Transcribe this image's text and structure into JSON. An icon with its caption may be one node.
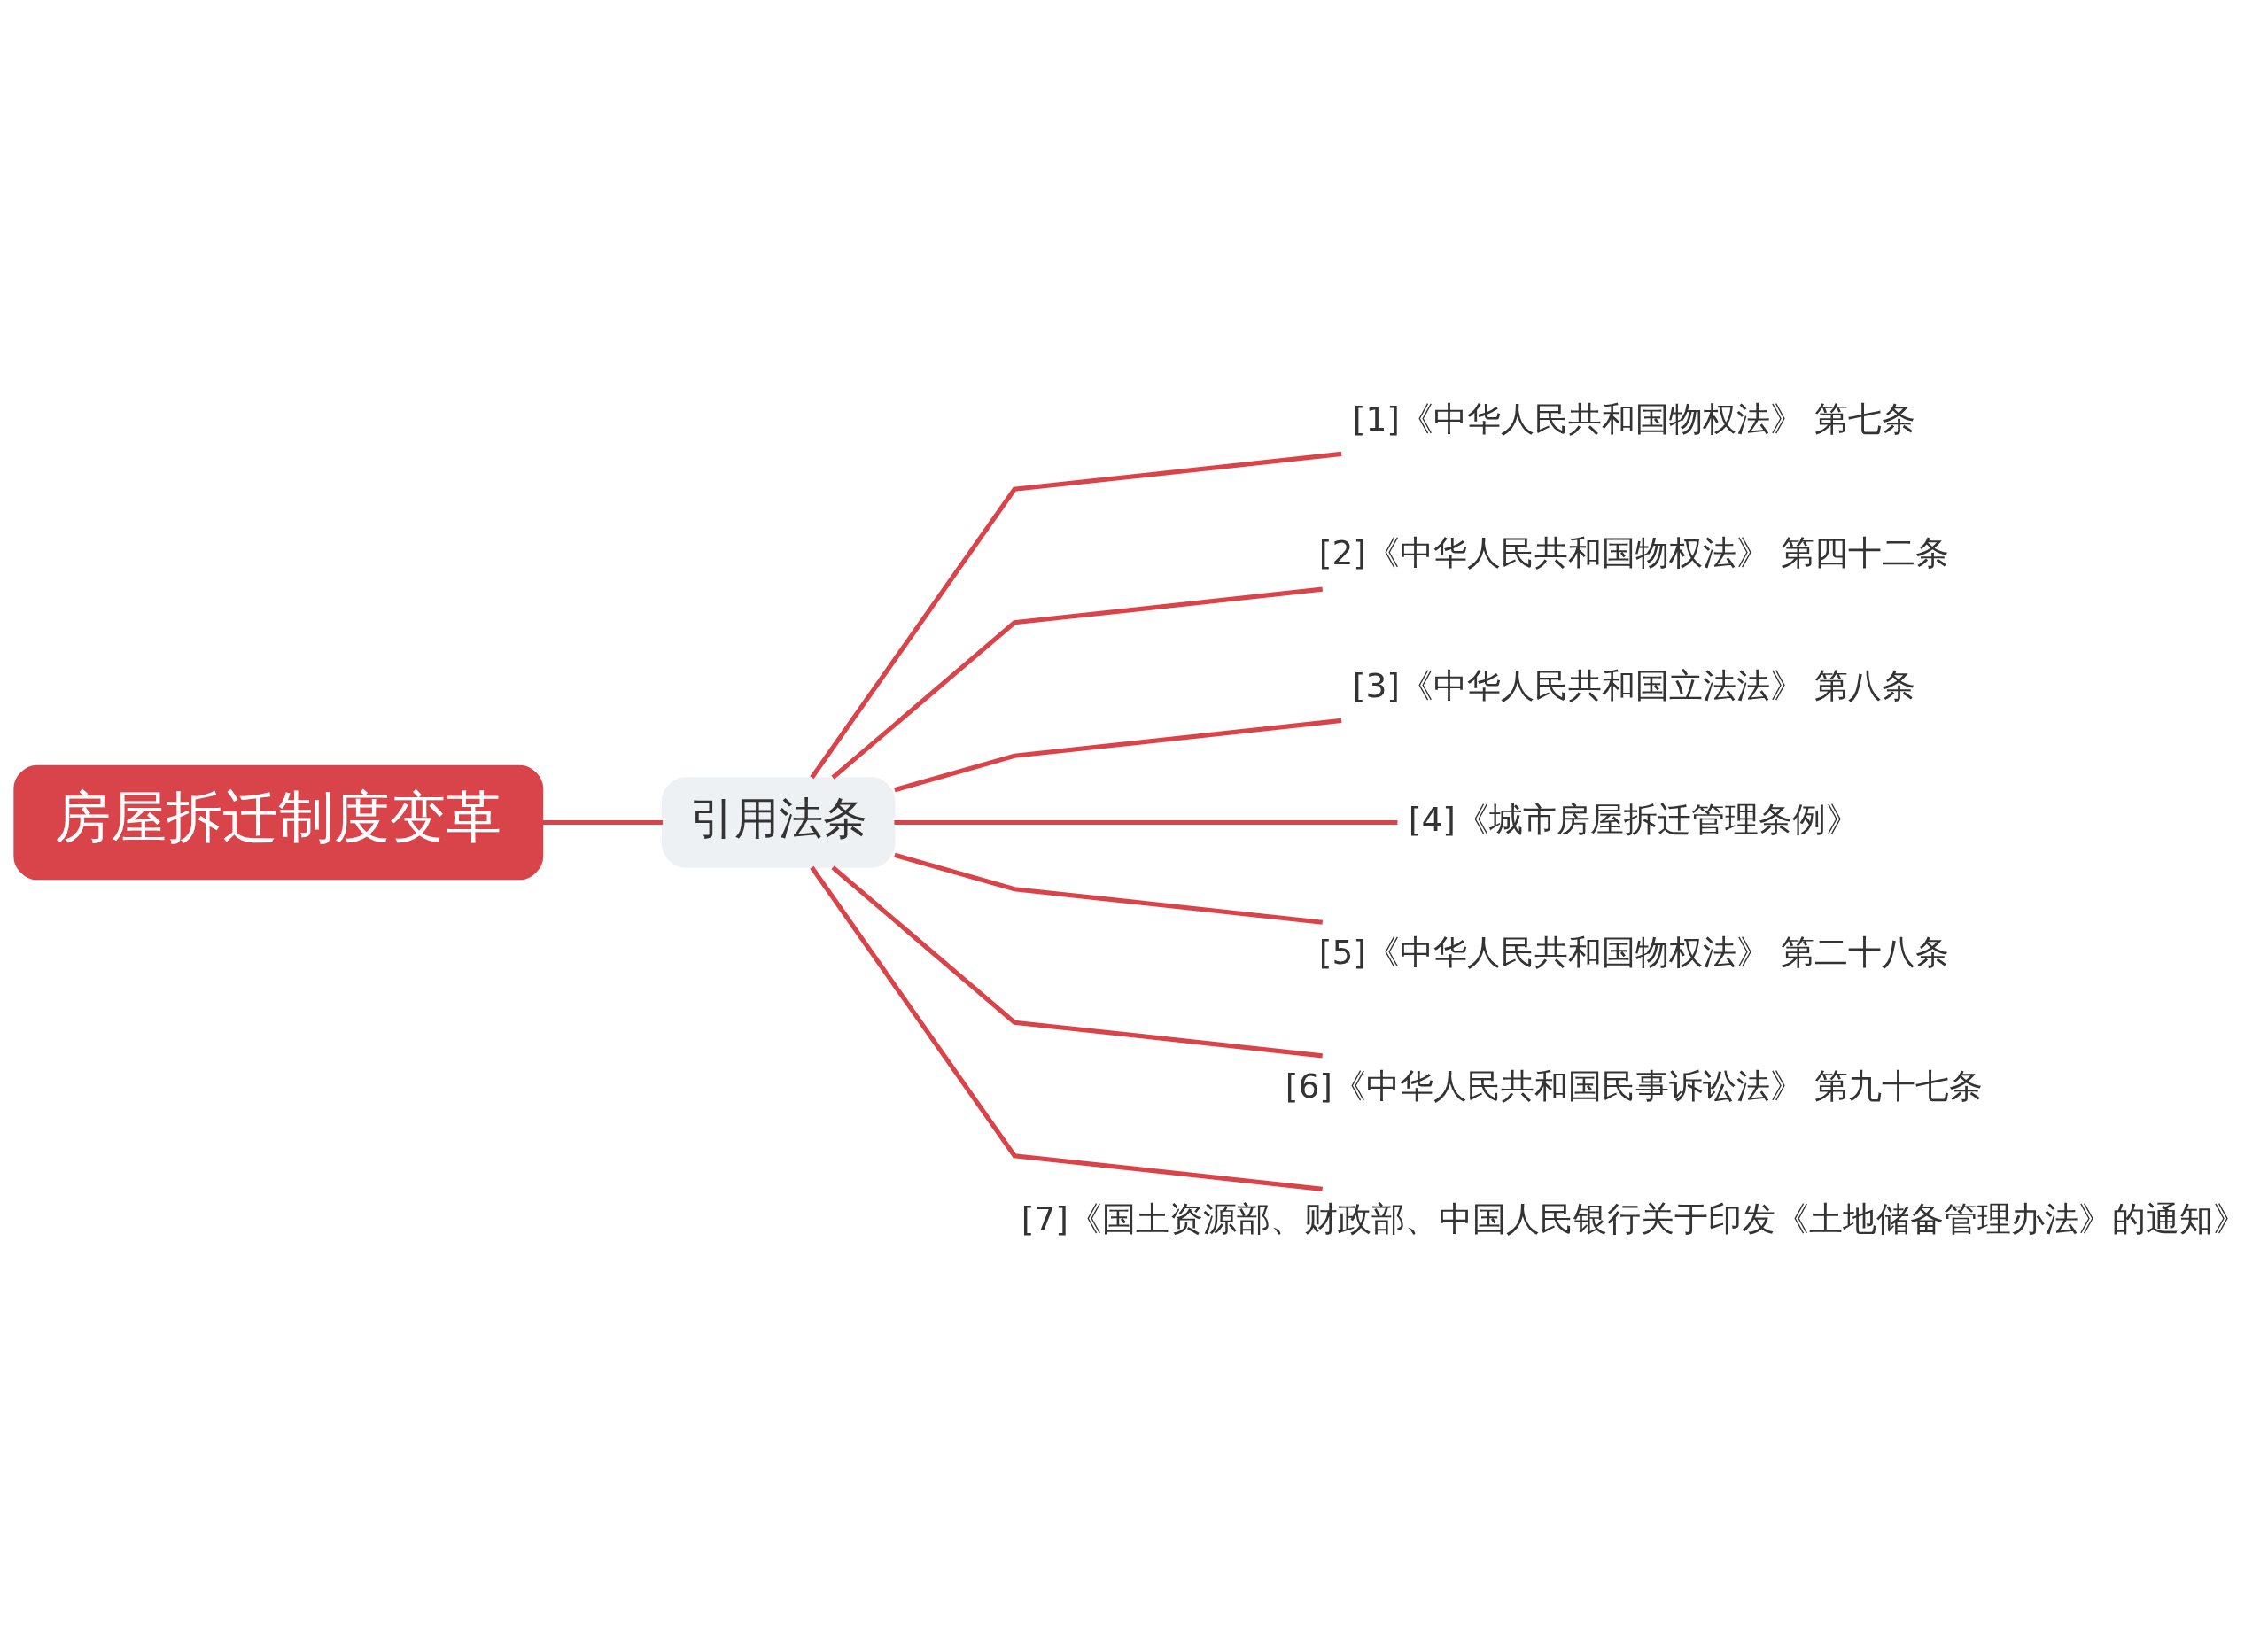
{
  "diagram": {
    "nodes": [
      {
        "text": [
          "房屋拆迁制度变革"
        ]
      },
      {
        "text": [
          "引用法条"
        ]
      },
      {
        "text": [
          "[1]《中华人民共和国物权法》 第七条"
        ]
      },
      {
        "text": [
          "[2]《中华人民共和国物权法》 第四十二条"
        ]
      },
      {
        "text": [
          "[3]《中华人民共和国立法法》 第八条"
        ]
      },
      {
        "text": [
          "[4]《城市房屋拆迁管理条例》"
        ]
      },
      {
        "text": [
          "[5]《中华人民共和国物权法》 第二十八条"
        ]
      },
      {
        "text": [
          "[6]《中华人民共和国民事诉讼法》 第九十七条"
        ]
      },
      {
        "text": [
          "[7]《国土资源部、财政部、中国人民银行关于印发《土地储备管理办法》的通知》"
        ]
      }
    ],
    "edges": [
      {
        "from": 0,
        "to": 1,
        "arrow": "none"
      },
      {
        "from": 1,
        "to": 2,
        "arrow": "none"
      },
      {
        "from": 1,
        "to": 3,
        "arrow": "none"
      },
      {
        "from": 1,
        "to": 4,
        "arrow": "none"
      },
      {
        "from": 1,
        "to": 5,
        "arrow": "none"
      },
      {
        "from": 1,
        "to": 6,
        "arrow": "none"
      },
      {
        "from": 1,
        "to": 7,
        "arrow": "none"
      },
      {
        "from": 1,
        "to": 8,
        "arrow": "none"
      }
    ]
  }
}
